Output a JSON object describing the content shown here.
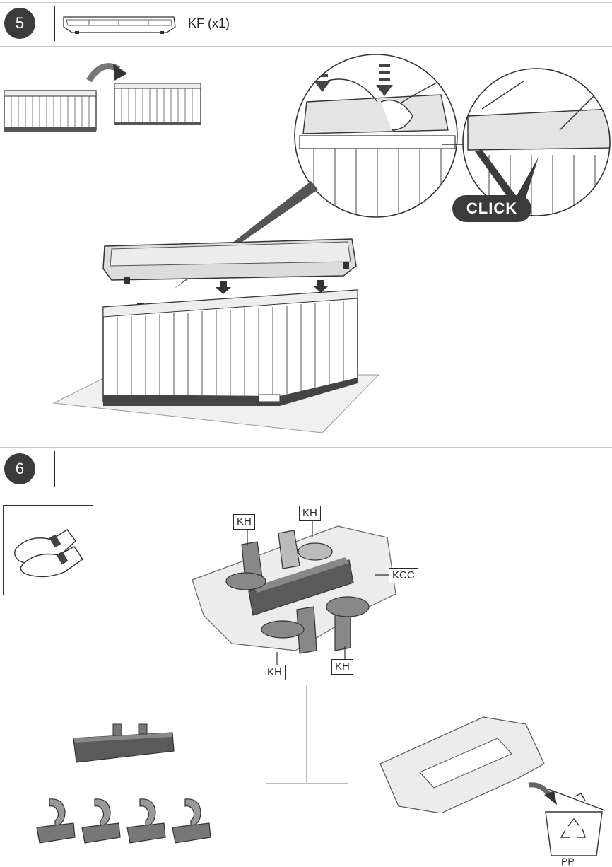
{
  "step5": {
    "number": "5",
    "part_label": "KF (x1)",
    "click_label": "CLICK"
  },
  "step6": {
    "number": "6",
    "labels": {
      "kh_top_left": "KH",
      "kh_top_right": "KH",
      "kcc": "KCC",
      "kh_bottom_left": "KH",
      "kh_bottom_right": "KH"
    },
    "recycle_material": "PP"
  }
}
